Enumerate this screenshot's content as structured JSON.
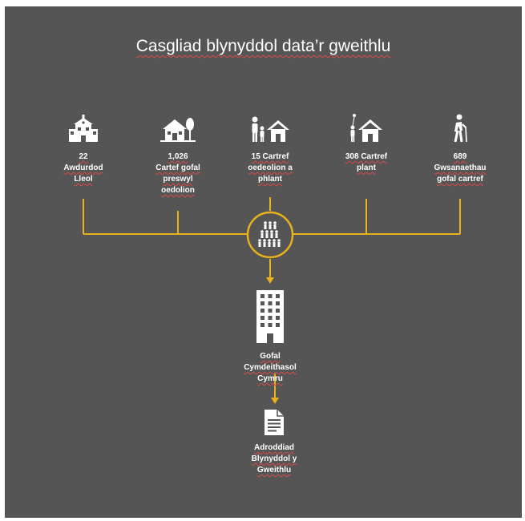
{
  "title": "Casgliad blynyddol data’r gweithlu",
  "sources": [
    {
      "icon": "school-building-icon",
      "label": "22\nAwdurdod\nLleol"
    },
    {
      "icon": "care-home-icon",
      "label": "1,026\nCartef gofal\npreswyl\noedolion"
    },
    {
      "icon": "family-home-icon",
      "label": "15 Cartref\noedeolion a\nphlant"
    },
    {
      "icon": "child-home-icon",
      "label": "308 Cartref\nplant"
    },
    {
      "icon": "elderly-walking-icon",
      "label": "689\nGwsanaethau\ngofal cartref"
    }
  ],
  "hub": {
    "icon": "workforce-group-icon"
  },
  "organisation": {
    "icon": "office-building-icon",
    "label": "Gofal\nCymdeithasol\nCymru"
  },
  "report": {
    "icon": "document-icon",
    "label": "Adroddiad\nBlynyddol y\nGweithlu"
  },
  "colors": {
    "background": "#555555",
    "connector": "#e8b21c",
    "text": "#ffffff"
  }
}
